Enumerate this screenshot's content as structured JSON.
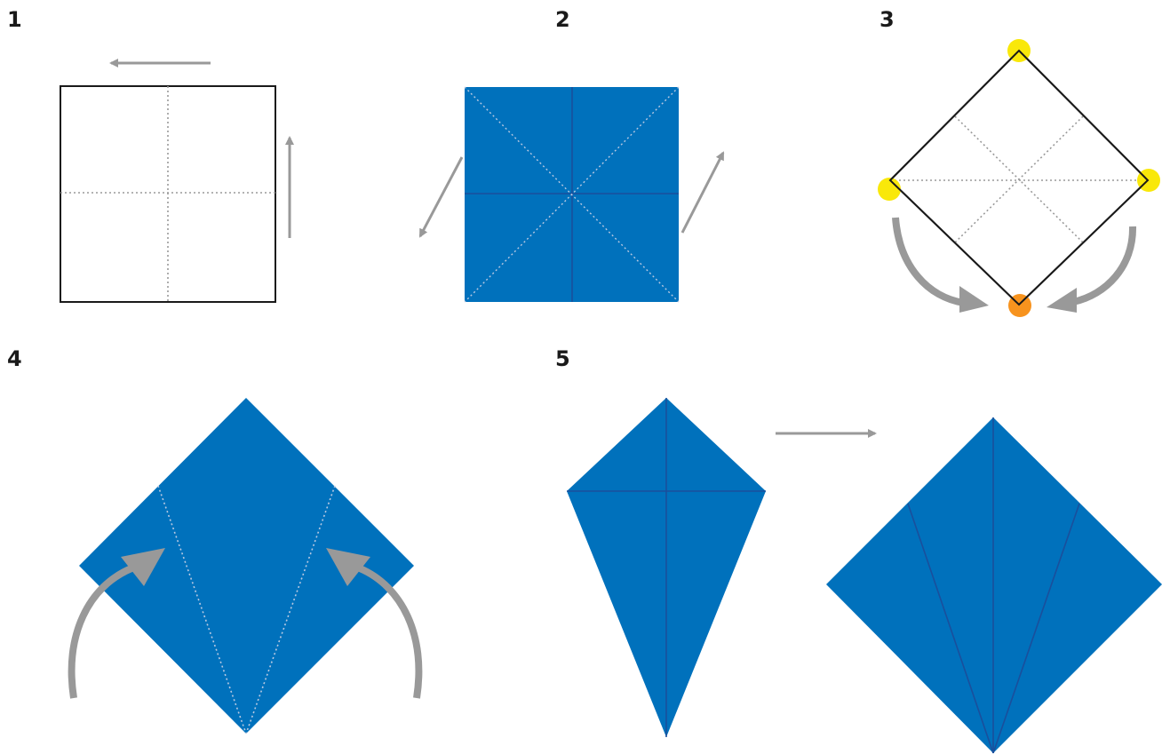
{
  "steps": [
    {
      "number": "1"
    },
    {
      "number": "2"
    },
    {
      "number": "3"
    },
    {
      "number": "4"
    },
    {
      "number": "5"
    }
  ],
  "colors": {
    "paper_blue": "#0071bc",
    "crease_dark_blue": "#1a4f9c",
    "arrow_gray": "#999999",
    "outline_black": "#1a1a1a",
    "crease_gray": "#9a9a9a",
    "crease_light": "#b9c9e2",
    "marker_yellow": "#f9e80a",
    "marker_orange": "#f7931e",
    "background": "#ffffff"
  }
}
